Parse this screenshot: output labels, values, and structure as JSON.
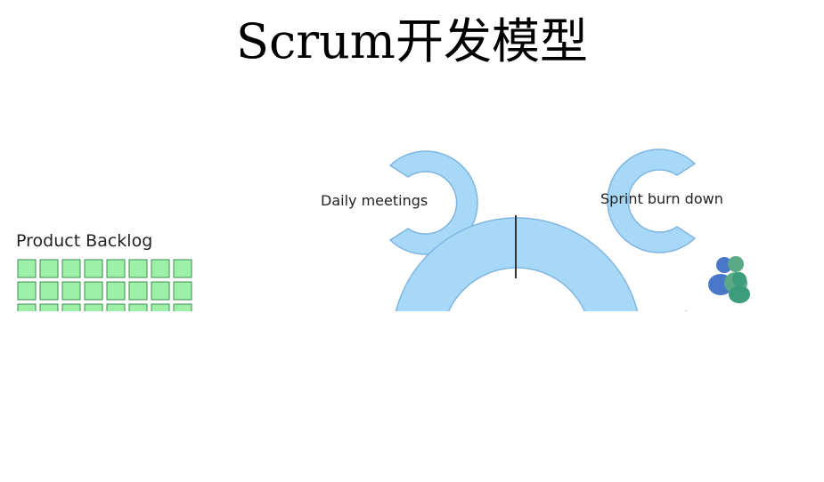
{
  "title": "Scrum开发模型",
  "labels": {
    "daily_meetings": "Daily meetings",
    "sprint_burn_down": "Sprint burn down",
    "product_backlog": "Product Backlog"
  },
  "backlog": {
    "rows": 3,
    "columns": 8
  },
  "icons": {
    "team": "team-people-icon"
  },
  "colors": {
    "ring": "#a8d8f8",
    "ring_stroke": "#7fb6e0",
    "backlog_cell": "#9cf0a8",
    "backlog_stroke": "#3c8c4c"
  }
}
